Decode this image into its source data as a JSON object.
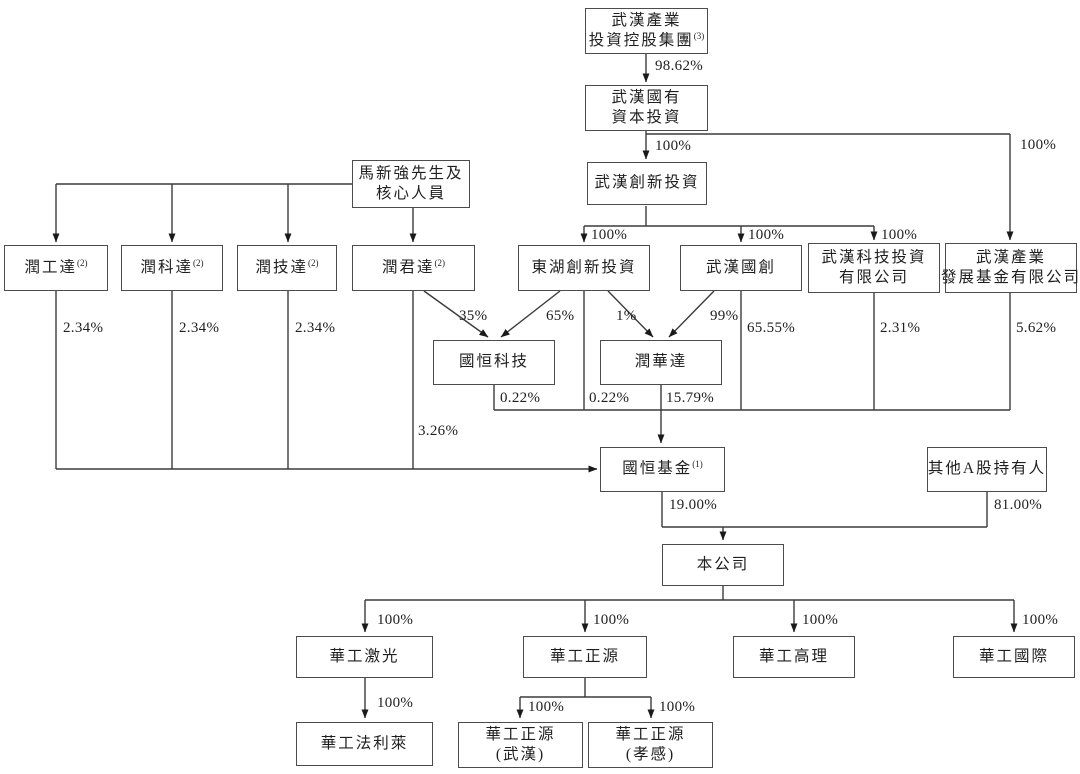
{
  "nodes": {
    "holding": {
      "line1": "武漢產業",
      "line2": "投資控股集團",
      "sup": "(3)"
    },
    "guoyou": {
      "line1": "武漢國有",
      "line2": "資本投資"
    },
    "chuangxin": {
      "label": "武漢創新投資"
    },
    "ma": {
      "line1": "馬新強先生及",
      "line2": "核心人員"
    },
    "rungongda": {
      "label": "潤工達",
      "sup": "(2)"
    },
    "runkeda": {
      "label": "潤科達",
      "sup": "(2)"
    },
    "runjida": {
      "label": "潤技達",
      "sup": "(2)"
    },
    "runjunda": {
      "label": "潤君達",
      "sup": "(2)"
    },
    "donghu": {
      "label": "東湖創新投資"
    },
    "guochuang": {
      "label": "武漢國創"
    },
    "keji": {
      "line1": "武漢科技投資",
      "line2": "有限公司"
    },
    "fazhan": {
      "line1": "武漢產業",
      "line2": "發展基金有限公司"
    },
    "guoheng_keji": {
      "label": "國恒科技"
    },
    "runhuada": {
      "label": "潤華達"
    },
    "guoheng_fund": {
      "label": "國恒基金",
      "sup": "(1)"
    },
    "other_a": {
      "label": "其他A股持有人"
    },
    "company": {
      "label": "本公司"
    },
    "hg_laser": {
      "label": "華工激光"
    },
    "hg_zhengyuan": {
      "label": "華工正源"
    },
    "hg_gaoli": {
      "label": "華工高理"
    },
    "hg_intl": {
      "label": "華工國際"
    },
    "hg_farley": {
      "label": "華工法利萊"
    },
    "hg_zy_wuhan": {
      "line1": "華工正源",
      "line2": "(武漢)"
    },
    "hg_zy_xiaogan": {
      "line1": "華工正源",
      "line2": "(孝感)"
    }
  },
  "edges": {
    "holding_guoyou": "98.62%",
    "guoyou_chuangxin": "100%",
    "guoyou_fazhan": "100%",
    "chuangxin_donghu": "100%",
    "chuangxin_guochuang": "100%",
    "chuangxin_keji": "100%",
    "rungongda_fund": "2.34%",
    "runkeda_fund": "2.34%",
    "runjida_fund": "2.34%",
    "runjunda_fund": "3.26%",
    "runjunda_ghkj": "35%",
    "donghu_ghkj": "65%",
    "donghu_runhuada": "1%",
    "guochuang_runhuada": "99%",
    "ghkj_fund": "0.22%",
    "donghu_fund": "0.22%",
    "runhuada_fund": "15.79%",
    "guochuang_fund": "65.55%",
    "keji_fund": "2.31%",
    "fazhan_fund": "5.62%",
    "fund_company": "19.00%",
    "other_company": "81.00%",
    "company_laser": "100%",
    "company_zhengyuan": "100%",
    "company_gaoli": "100%",
    "company_intl": "100%",
    "laser_farley": "100%",
    "zhengyuan_wuhan": "100%",
    "zhengyuan_xiaogan": "100%",
    "line_color": "#3c3c3c"
  }
}
